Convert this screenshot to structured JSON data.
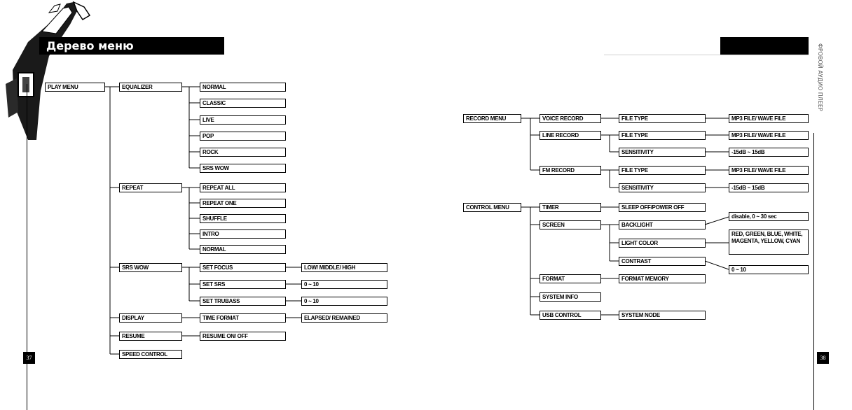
{
  "page": {
    "title": "Дерево меню",
    "side_label": "ФРОВОЙ АУДИО ПЛЕЕР",
    "page_left": "37",
    "page_right": "38"
  },
  "play_menu": {
    "root": "PLAY MENU",
    "equalizer": {
      "label": "EQUALIZER",
      "items": [
        "NORMAL",
        "CLASSIC",
        "LIVE",
        "POP",
        "ROCK",
        "SRS WOW"
      ]
    },
    "repeat": {
      "label": "REPEAT",
      "items": [
        "REPEAT ALL",
        "REPEAT ONE",
        "SHUFFLE",
        "INTRO",
        "NORMAL"
      ]
    },
    "srs_wow": {
      "label": "SRS WOW",
      "set_focus": "SET FOCUS",
      "set_focus_value": "LOW/ MIDDLE/ HIGH",
      "set_srs": "SET SRS",
      "set_srs_value": "0 ~ 10",
      "set_trubass": "SET TRUBASS",
      "set_trubass_value": "0 ~ 10"
    },
    "display": {
      "label": "DISPLAY",
      "time_format": "TIME FORMAT",
      "time_format_value": "ELAPSED/ REMAINED"
    },
    "resume": {
      "label": "RESUME",
      "option": "RESUME ON/ OFF"
    },
    "speed_control": "SPEED CONTROL"
  },
  "record_menu": {
    "root": "RECORD MENU",
    "voice_record": {
      "label": "VOICE RECORD",
      "file_type": "FILE TYPE",
      "file_type_value": "MP3 FILE/ WAVE FILE"
    },
    "line_record": {
      "label": "LINE RECORD",
      "file_type": "FILE TYPE",
      "file_type_value": "MP3 FILE/ WAVE FILE",
      "sensitivity": "SENSITIVITY",
      "sensitivity_value": "-15dB ~ 15dB"
    },
    "fm_record": {
      "label": "FM RECORD",
      "file_type": "FILE TYPE",
      "file_type_value": "MP3 FILE/ WAVE FILE",
      "sensitivity": "SENSITIVITY",
      "sensitivity_value": "-15dB ~ 15dB"
    }
  },
  "control_menu": {
    "root": "CONTROL MENU",
    "timer": {
      "label": "TIMER",
      "option": "SLEEP OFF/POWER OFF"
    },
    "screen": {
      "label": "SCREEN",
      "backlight": "BACKLIGHT",
      "backlight_value": "disable, 0 ~ 30 sec",
      "light_color": "LIGHT COLOR",
      "light_color_value": "RED, GREEN, BLUE, WHITE, MAGENTA, YELLOW, CYAN",
      "contrast": "CONTRAST",
      "contrast_value": "0 ~ 10"
    },
    "format": {
      "label": "FORMAT",
      "option": "FORMAT MEMORY"
    },
    "system_info": "SYSTEM INFO",
    "usb_control": {
      "label": "USB CONTROL",
      "option": "SYSTEM NODE"
    }
  }
}
